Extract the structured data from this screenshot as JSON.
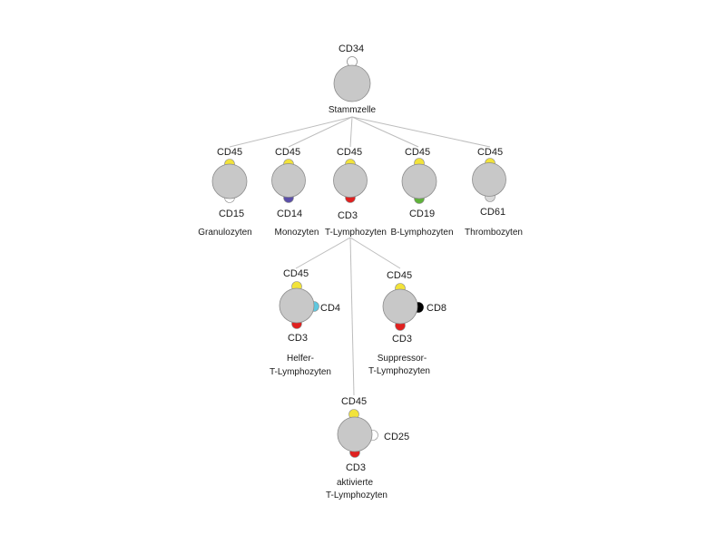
{
  "colors": {
    "cell": "#c8c8c8",
    "cell_stroke": "#8c8c8c",
    "line": "#bdbdbd",
    "cd45": "#f2e33a",
    "cd14": "#5b4fa8",
    "cd3": "#e0201f",
    "cd19": "#5fb23a",
    "cd4": "#5ec8e0",
    "cd8": "#000000",
    "white": "#ffffff",
    "cd61": "#d9d9d9"
  },
  "stem": {
    "marker": "CD34",
    "name": "Stammzelle"
  },
  "granulocyte": {
    "top": "CD45",
    "bottom": "CD15",
    "name": "Granulozyten"
  },
  "monocyte": {
    "top": "CD45",
    "bottom": "CD14",
    "name": "Monozyten"
  },
  "tlymph": {
    "top": "CD45",
    "bottom": "CD3",
    "name": "T-Lymphozyten"
  },
  "blymph": {
    "top": "CD45",
    "bottom": "CD19",
    "name": "B-Lymphozyten"
  },
  "thrombo": {
    "top": "CD45",
    "bottom": "CD61",
    "name": "Thrombozyten"
  },
  "helper": {
    "top": "CD45",
    "side": "CD4",
    "bottom": "CD3",
    "name1": "Helfer-",
    "name2": "T-Lymphozyten"
  },
  "suppressor": {
    "top": "CD45",
    "side": "CD8",
    "bottom": "CD3",
    "name1": "Suppressor-",
    "name2": "T-Lymphozyten"
  },
  "activated": {
    "top": "CD45",
    "side": "CD25",
    "bottom": "CD3",
    "name1": "aktivierte",
    "name2": "T-Lymphozyten"
  }
}
